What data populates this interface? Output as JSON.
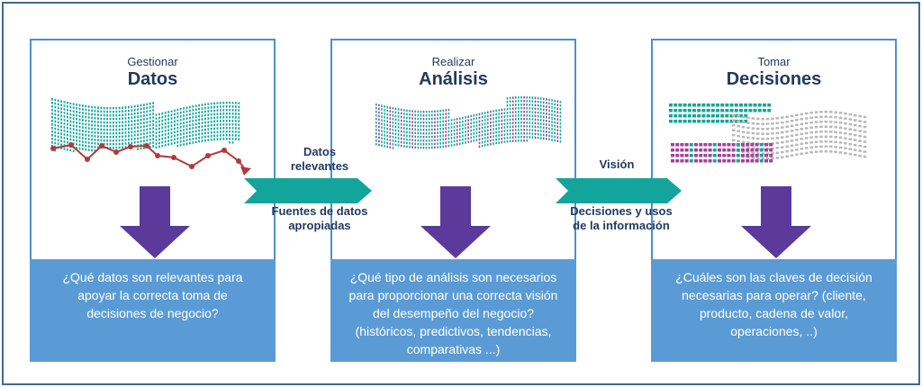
{
  "panels": [
    {
      "pre": "Gestionar",
      "title": "Datos",
      "question": "¿Qué datos son relevantes para\napoyar la correcta toma de\ndecisiones de negocio?"
    },
    {
      "pre": "Realizar",
      "title": "Análisis",
      "question": "¿Qué tipo de análisis son necesarios\npara proporcionar una correcta visión\ndel desempeño del negocio?\n(históricos, predictivos, tendencias,\ncomparativas ...)"
    },
    {
      "pre": "Tomar",
      "title": "Decisiones",
      "question": "¿Cuáles son las claves de decisión\nnecesarias para operar? (cliente,\nproducto, cadena de valor,\noperaciones, ..)"
    }
  ],
  "connectors": [
    {
      "top_label": "Datos\nrelevantes",
      "bottom_label": "Fuentes de datos\napropiadas"
    },
    {
      "top_label": "Visión",
      "bottom_label": "Decisiones y usos\nde la información"
    }
  ],
  "colors": {
    "frame": "#3e6a8f",
    "panel_border": "#4a90cf",
    "question_bg": "#5b9bd5",
    "title_text": "#233a5e",
    "teal": "#13a59b",
    "purple": "#5b3a9c",
    "magenta": "#a43f9a",
    "grey": "#b8b8b8",
    "line_red": "#b03a3a"
  }
}
